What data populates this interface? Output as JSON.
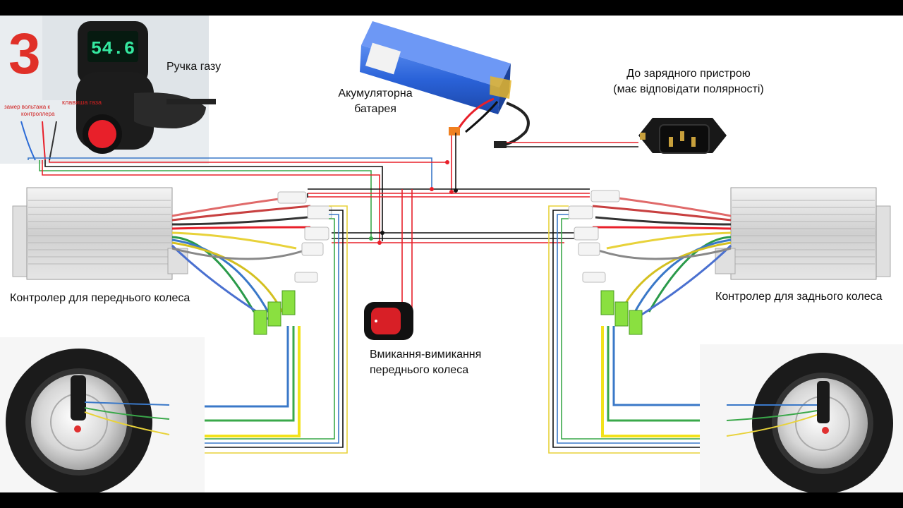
{
  "throttle": {
    "number_badge": "3",
    "display_reading": "54.6",
    "label": "Ручка газу",
    "small_text_1": "клавиша газа",
    "small_text_2": "замер вольтажа к",
    "small_text_3": "контроллера"
  },
  "battery": {
    "label_line1": "Акумуляторна",
    "label_line2": "батарея"
  },
  "charger": {
    "label_line1": "До зарядного пристрою",
    "label_line2": "(має відповідати полярності)"
  },
  "front_controller": {
    "label": "Контролер для переднього колеса"
  },
  "rear_controller": {
    "label": "Контролер для заднього колеса"
  },
  "switch": {
    "label_line1": "Вмикання-вимикання",
    "label_line2": "переднього колеса"
  },
  "colors": {
    "red": "#e8202a",
    "black": "#111111",
    "yellow": "#f2e21a",
    "green": "#3aa84a",
    "blue": "#3a78c8",
    "battery": "#2f6fe0"
  }
}
